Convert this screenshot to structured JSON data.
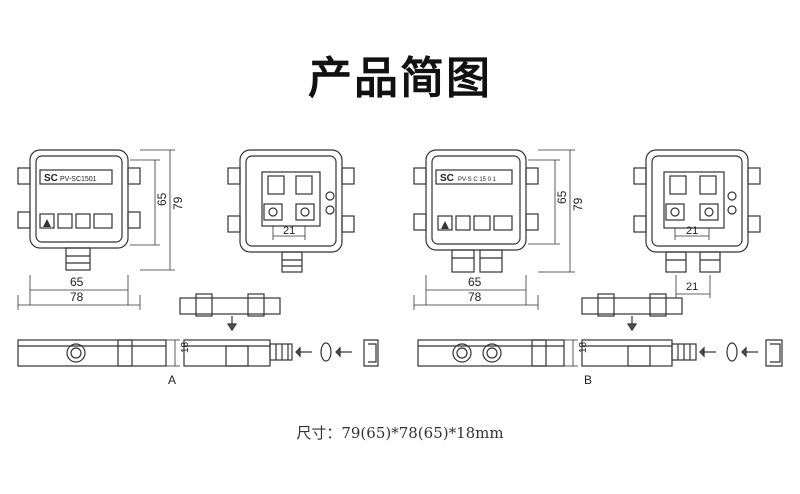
{
  "title": "产品简图",
  "caption": "尺寸：79(65)*78(65)*18mm",
  "model_a": {
    "logo": "SC",
    "model_text": "PV-SC1501",
    "dim_top": "65",
    "dim_side_height": "79",
    "dim_bottom_inner": "65",
    "dim_bottom_outer": "78",
    "dim_terminal": "21",
    "dim_thickness": "18",
    "variant_label": "A"
  },
  "model_b": {
    "logo": "SC",
    "model_text": "PV-S C 15 0 1",
    "dim_top": "65",
    "dim_side_height": "79",
    "dim_bottom_inner": "65",
    "dim_bottom_outer": "78",
    "dim_terminal": "21",
    "dim_terminal_bottom": "21",
    "dim_thickness": "18",
    "variant_label": "B"
  }
}
